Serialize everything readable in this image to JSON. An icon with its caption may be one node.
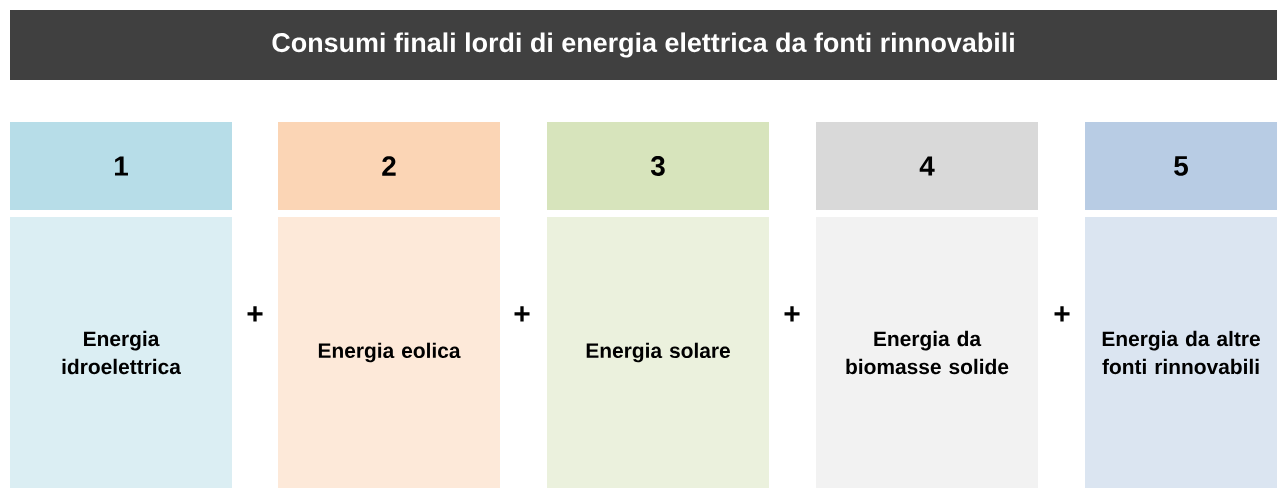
{
  "diagram": {
    "title": "Consumi finali lordi di energia elettrica da fonti rinnovabili",
    "nodes": [
      {
        "text": [
          "1"
        ]
      },
      {
        "text": [
          "2"
        ]
      },
      {
        "text": [
          "3"
        ]
      },
      {
        "text": [
          "4"
        ]
      },
      {
        "text": [
          "5"
        ]
      },
      {
        "text": [
          "Energia idroelettrica"
        ]
      },
      {
        "text": [
          "Energia eolica"
        ]
      },
      {
        "text": [
          "Energia solare"
        ]
      },
      {
        "text": [
          "Energia da biomasse solide"
        ]
      },
      {
        "text": [
          "Energia da altre fonti rinnovabili"
        ]
      }
    ],
    "labels": [
      "+",
      "+",
      "+",
      "+"
    ]
  }
}
